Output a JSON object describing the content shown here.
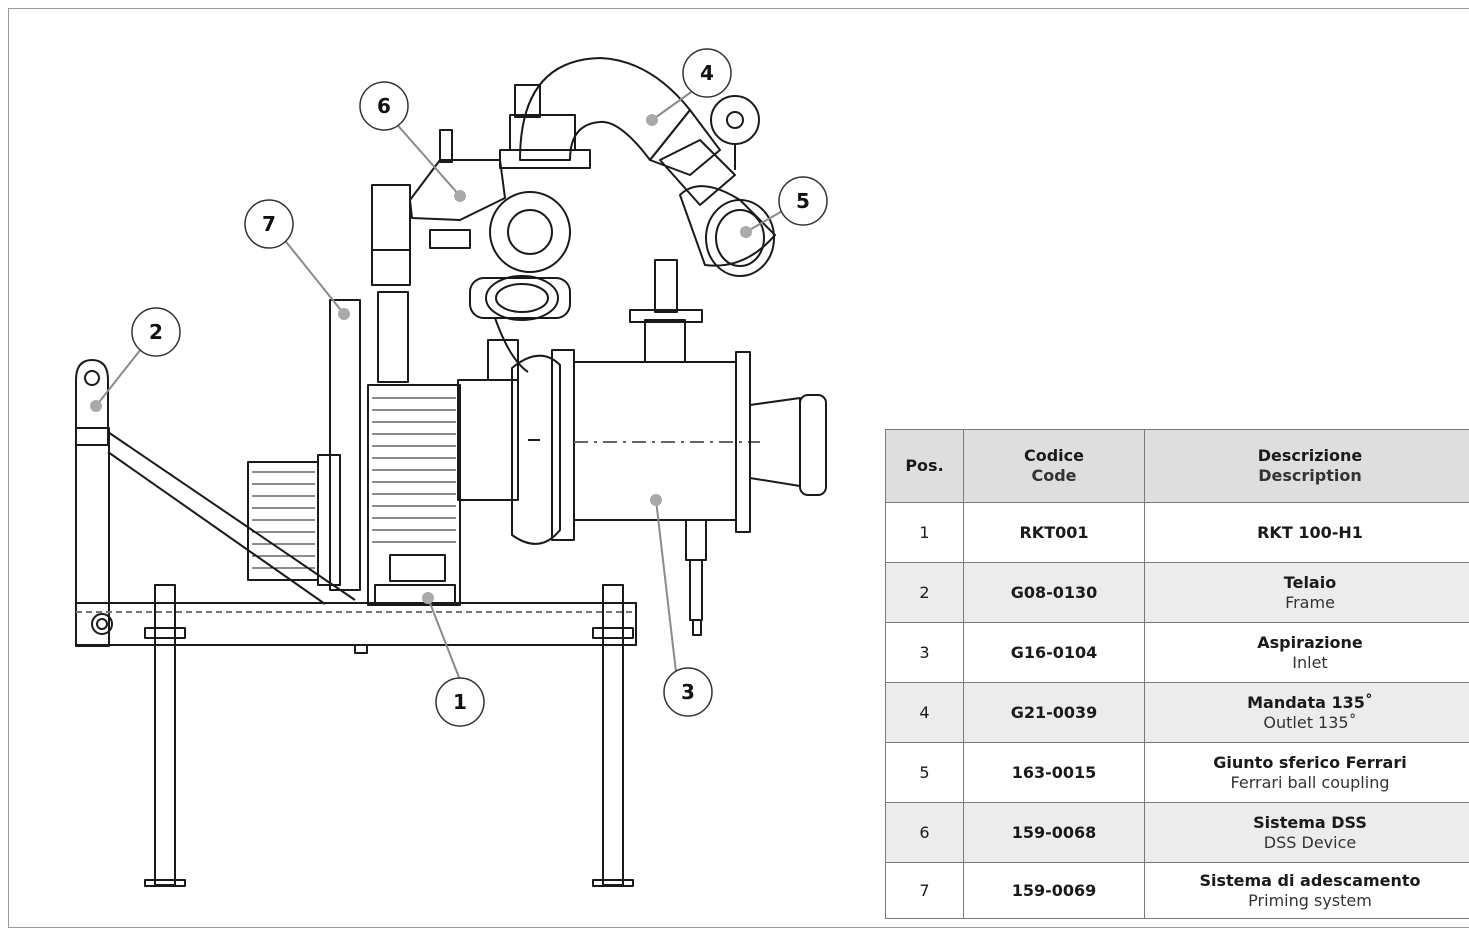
{
  "drawing": {
    "callouts": [
      {
        "label": "1"
      },
      {
        "label": "2"
      },
      {
        "label": "3"
      },
      {
        "label": "4"
      },
      {
        "label": "5"
      },
      {
        "label": "6"
      },
      {
        "label": "7"
      }
    ]
  },
  "table": {
    "headers": {
      "pos": "Pos.",
      "code_it": "Codice",
      "code_en": "Code",
      "desc_it": "Descrizione",
      "desc_en": "Description"
    },
    "rows": [
      {
        "pos": "1",
        "code": "RKT001",
        "desc_it": "RKT 100-H1",
        "desc_en": ""
      },
      {
        "pos": "2",
        "code": "G08-0130",
        "desc_it": "Telaio",
        "desc_en": "Frame"
      },
      {
        "pos": "3",
        "code": "G16-0104",
        "desc_it": "Aspirazione",
        "desc_en": "Inlet"
      },
      {
        "pos": "4",
        "code": "G21-0039",
        "desc_it": "Mandata 135˚",
        "desc_en": "Outlet 135˚"
      },
      {
        "pos": "5",
        "code": "163-0015",
        "desc_it": "Giunto sferico Ferrari",
        "desc_en": "Ferrari ball coupling"
      },
      {
        "pos": "6",
        "code": "159-0068",
        "desc_it": "Sistema DSS",
        "desc_en": "DSS Device"
      },
      {
        "pos": "7",
        "code": "159-0069",
        "desc_it": "Sistema di adescamento",
        "desc_en": "Priming system"
      }
    ]
  }
}
